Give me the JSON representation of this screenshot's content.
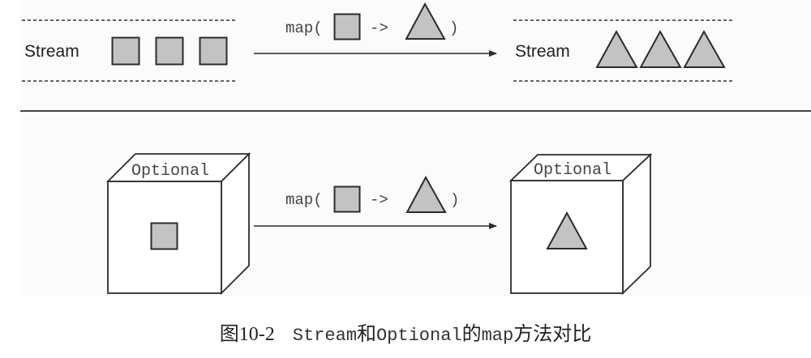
{
  "colors": {
    "shape_fill": "#c3c3c3",
    "stroke": "#2b2b2b",
    "panel_bg": "#fbfbfb",
    "text": "#222222"
  },
  "top_section": {
    "input_label": "Stream",
    "input_elements": [
      "square",
      "square",
      "square"
    ],
    "operation": {
      "prefix": "map(",
      "input_shape": "square",
      "arrow": "->",
      "output_shape": "triangle",
      "suffix": ")"
    },
    "output_label": "Stream",
    "output_elements": [
      "triangle",
      "triangle",
      "triangle"
    ]
  },
  "bottom_section": {
    "input_box_label": "Optional",
    "input_content": "square",
    "operation": {
      "prefix": "map(",
      "input_shape": "square",
      "arrow": "->",
      "output_shape": "triangle",
      "suffix": ")"
    },
    "output_box_label": "Optional",
    "output_content": "triangle"
  },
  "caption": {
    "figure_prefix": "图",
    "figure_number": "10-2",
    "part1_code": "Stream",
    "part2_text": "和",
    "part3_code": "Optional",
    "part4_text": "的",
    "part5_code": "map",
    "part6_text": "方法对比"
  }
}
